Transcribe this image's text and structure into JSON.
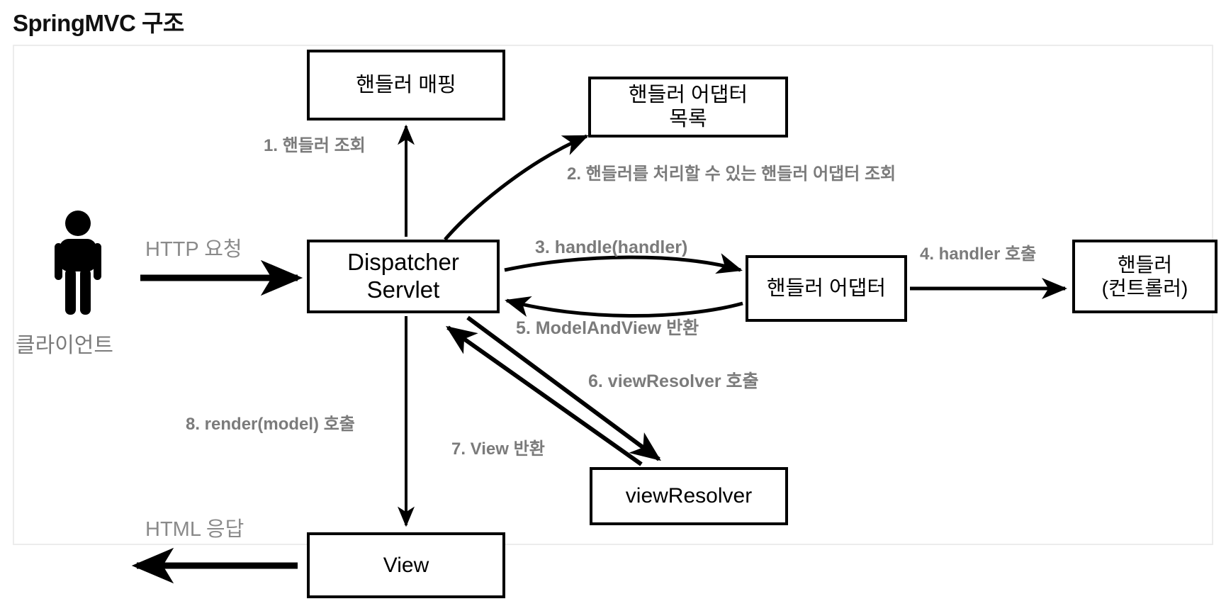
{
  "page": {
    "title": "SpringMVC 구조"
  },
  "diagram": {
    "type": "flow-diagram",
    "actor": {
      "icon": "person-icon",
      "label": "클라이언트"
    },
    "nodes": [
      {
        "id": "handler-mapping",
        "label": "핸들러 매핑"
      },
      {
        "id": "handler-adapter-list",
        "label": "핸들러 어댑터\n목록"
      },
      {
        "id": "dispatcher-servlet",
        "label": "Dispatcher\nServlet"
      },
      {
        "id": "handler-adapter",
        "label": "핸들러 어댑터"
      },
      {
        "id": "handler-controller",
        "label": "핸들러\n(컨트롤러)"
      },
      {
        "id": "view-resolver",
        "label": "viewResolver"
      },
      {
        "id": "view",
        "label": "View"
      }
    ],
    "edge_labels": [
      {
        "id": "step-1",
        "text": "1. 핸들러 조회"
      },
      {
        "id": "step-2",
        "text": "2. 핸들러를 처리할 수 있는 핸들러 어댑터 조회"
      },
      {
        "id": "step-3",
        "text": "3. handle(handler)"
      },
      {
        "id": "step-4",
        "text": "4. handler 호출"
      },
      {
        "id": "step-5",
        "text": "5. ModelAndView 반환"
      },
      {
        "id": "step-6",
        "text": "6. viewResolver 호출"
      },
      {
        "id": "step-7",
        "text": "7. View 반환"
      },
      {
        "id": "step-8",
        "text": "8. render(model) 호출"
      },
      {
        "id": "http-request",
        "text": "HTTP 요청"
      },
      {
        "id": "http-response",
        "text": "HTML 응답"
      }
    ],
    "colors": {
      "stroke": "#000000",
      "label_text": "#7b7b7b",
      "frame_border": "#ececec",
      "background": "#ffffff",
      "title_text": "#111111"
    }
  }
}
